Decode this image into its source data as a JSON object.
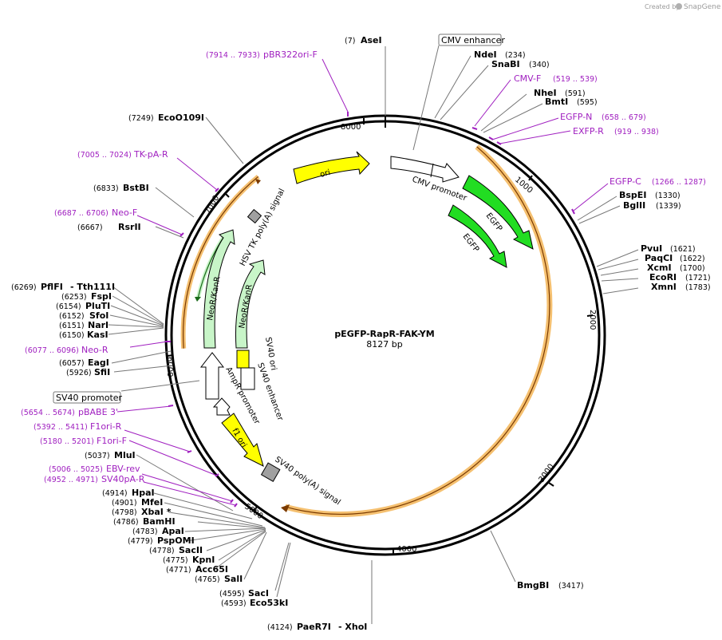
{
  "watermark": {
    "created_by": "Created by",
    "brand": "SnapGene"
  },
  "plasmid": {
    "name": "pEGFP-RapR-FAK-YM",
    "length": "8127 bp"
  },
  "ticks": [
    "1000",
    "2000",
    "3000",
    "4000",
    "5000",
    "6000",
    "7000",
    "8000"
  ],
  "sites": [
    {
      "name": "AseI",
      "pos": "(7)"
    },
    {
      "name": "NdeI",
      "pos": "(234)"
    },
    {
      "name": "SnaBI",
      "pos": "(340)"
    },
    {
      "name": "NheI",
      "pos": "(591)"
    },
    {
      "name": "BmtI",
      "pos": "(595)"
    },
    {
      "name": "BspEI",
      "pos": "(1330)"
    },
    {
      "name": "BglII",
      "pos": "(1339)"
    },
    {
      "name": "PvuI",
      "pos": "(1621)"
    },
    {
      "name": "PaqCI",
      "pos": "(1622)"
    },
    {
      "name": "XcmI",
      "pos": "(1700)"
    },
    {
      "name": "EcoRI",
      "pos": "(1721)"
    },
    {
      "name": "XmnI",
      "pos": "(1783)"
    },
    {
      "name": "BmgBI",
      "pos": "(3417)"
    },
    {
      "name": "PaeR7I",
      "pos": "(4124)"
    },
    {
      "name": "- XhoI",
      "pos": ""
    },
    {
      "name": "SacI",
      "pos": "(4595)"
    },
    {
      "name": "Eco53kI",
      "pos": "(4593)"
    },
    {
      "name": "SalI",
      "pos": "(4765)"
    },
    {
      "name": "Acc65I",
      "pos": "(4771)"
    },
    {
      "name": "KpnI",
      "pos": "(4775)"
    },
    {
      "name": "SacII",
      "pos": "(4778)"
    },
    {
      "name": "PspOMI",
      "pos": "(4779)"
    },
    {
      "name": "ApaI",
      "pos": "(4783)"
    },
    {
      "name": "BamHI",
      "pos": "(4786)"
    },
    {
      "name": "XbaI *",
      "pos": "(4798)"
    },
    {
      "name": "MfeI",
      "pos": "(4901)"
    },
    {
      "name": "HpaI",
      "pos": "(4914)"
    },
    {
      "name": "MluI",
      "pos": "(5037)"
    },
    {
      "name": "SfiI",
      "pos": "(5926)"
    },
    {
      "name": "EagI",
      "pos": "(6057)"
    },
    {
      "name": "KasI",
      "pos": "(6150)"
    },
    {
      "name": "NarI",
      "pos": "(6151)"
    },
    {
      "name": "SfoI",
      "pos": "(6152)"
    },
    {
      "name": "PluTI",
      "pos": "(6154)"
    },
    {
      "name": "FspI",
      "pos": "(6253)"
    },
    {
      "name": "PflFI",
      "pos": "(6269)"
    },
    {
      "name": "- Tth111I",
      "pos": ""
    },
    {
      "name": "RsrII",
      "pos": "(6667)"
    },
    {
      "name": "BstBI",
      "pos": "(6833)"
    },
    {
      "name": "EcoO109I",
      "pos": "(7249)"
    }
  ],
  "primers": [
    {
      "name": "pBR322ori-F",
      "range": "(7914 .. 7933)"
    },
    {
      "name": "CMV-F",
      "range": "(519 .. 539)"
    },
    {
      "name": "EGFP-N",
      "range": "(658 .. 679)"
    },
    {
      "name": "EXFP-R",
      "range": "(919 .. 938)"
    },
    {
      "name": "EGFP-C",
      "range": "(1266 .. 1287)"
    },
    {
      "name": "TK-pA-R",
      "range": "(7005 .. 7024)"
    },
    {
      "name": "Neo-F",
      "range": "(6687 .. 6706)"
    },
    {
      "name": "Neo-R",
      "range": "(6077 .. 6096)"
    },
    {
      "name": "pBABE 3'",
      "range": "(5654 .. 5674)"
    },
    {
      "name": "F1ori-R",
      "range": "(5392 .. 5411)"
    },
    {
      "name": "F1ori-F",
      "range": "(5180 .. 5201)"
    },
    {
      "name": "EBV-rev",
      "range": "(5006 .. 5025)"
    },
    {
      "name": "SV40pA-R",
      "range": "(4952 .. 4971)"
    }
  ],
  "boxed_labels": [
    "CMV enhancer",
    "SV40 promoter"
  ],
  "features": [
    "ori",
    "CMV promoter",
    "EGFP",
    "EGFP",
    "HSV TK poly(A) signal",
    "NeoR/KanR",
    "NeoR/KanR",
    "SV40 ori",
    "SV40 enhancer",
    "AmpR promoter",
    "f1 ori",
    "SV40 poly(A) signal"
  ],
  "colors": {
    "primer": "#a020c0",
    "egfp": "#22dd22",
    "ori": "#ffff00",
    "neo": "#c8f5c8",
    "orf": "#f5c070",
    "backbone": "#000000",
    "gray_feature": "#a0a0a0"
  }
}
